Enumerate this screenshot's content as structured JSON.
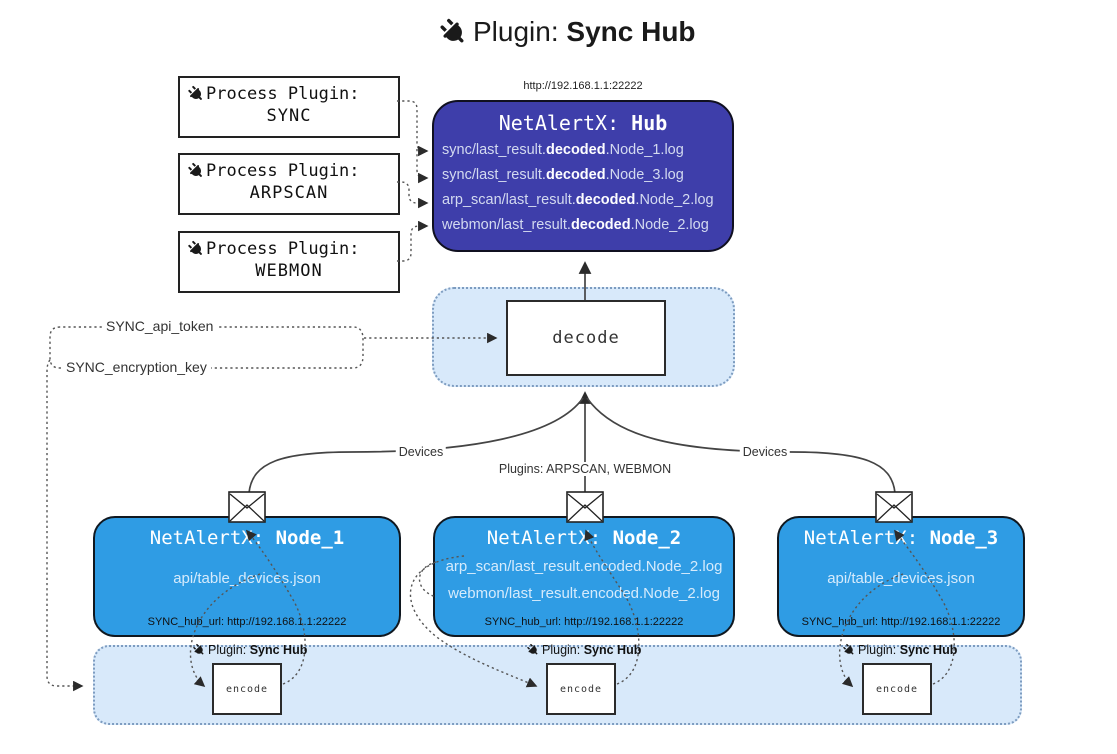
{
  "title": {
    "prefix": "Plugin: ",
    "name": "Sync Hub"
  },
  "hub": {
    "url": "http://192.168.1.1:22222",
    "title_prefix": "NetAlertX: ",
    "title_name": "Hub",
    "lines": [
      {
        "pre": "sync/last_result.",
        "bold": "decoded",
        "post": ".Node_1.log"
      },
      {
        "pre": "sync/last_result.",
        "bold": "decoded",
        "post": ".Node_3.log"
      },
      {
        "pre": "arp_scan/last_result.",
        "bold": "decoded",
        "post": ".Node_2.log"
      },
      {
        "pre": "webmon/last_result.",
        "bold": "decoded",
        "post": ".Node_2.log"
      }
    ]
  },
  "process_plugins": [
    {
      "label": "Process Plugin:",
      "name": "SYNC"
    },
    {
      "label": "Process Plugin:",
      "name": "ARPSCAN"
    },
    {
      "label": "Process Plugin:",
      "name": "WEBMON"
    }
  ],
  "settings": {
    "api_token": "SYNC_api_token",
    "encryption_key": "SYNC_encryption_key"
  },
  "decode_label": "decode",
  "edge_labels": {
    "devices_left": "Devices",
    "devices_right": "Devices",
    "plugins": "Plugins: ARPSCAN, WEBMON"
  },
  "nodes": [
    {
      "title_prefix": "NetAlertX: ",
      "title_name": "Node_1",
      "lines": [
        "api/table_devices.json"
      ],
      "hub_url": "SYNC_hub_url: http://192.168.1.1:22222"
    },
    {
      "title_prefix": "NetAlertX: ",
      "title_name": "Node_2",
      "lines": [
        "arp_scan/last_result.encoded.Node_2.log",
        "webmon/last_result.encoded.Node_2.log"
      ],
      "hub_url": "SYNC_hub_url: http://192.168.1.1:22222"
    },
    {
      "title_prefix": "NetAlertX: ",
      "title_name": "Node_3",
      "lines": [
        "api/table_devices.json"
      ],
      "hub_url": "SYNC_hub_url: http://192.168.1.1:22222"
    }
  ],
  "encoders": [
    {
      "plugin_prefix": "Plugin: ",
      "plugin_name": "Sync Hub",
      "label": "encode"
    },
    {
      "plugin_prefix": "Plugin: ",
      "plugin_name": "Sync Hub",
      "label": "encode"
    },
    {
      "plugin_prefix": "Plugin: ",
      "plugin_name": "Sync Hub",
      "label": "encode"
    }
  ],
  "colors": {
    "hub_bg": "#3e3eaa",
    "node_bg": "#2f9ce4",
    "container_bg": "#d8e9fa",
    "container_border": "#7d9cc0",
    "hub_line_text": "#d3daf0",
    "node_line_text": "#d6ebfc"
  }
}
